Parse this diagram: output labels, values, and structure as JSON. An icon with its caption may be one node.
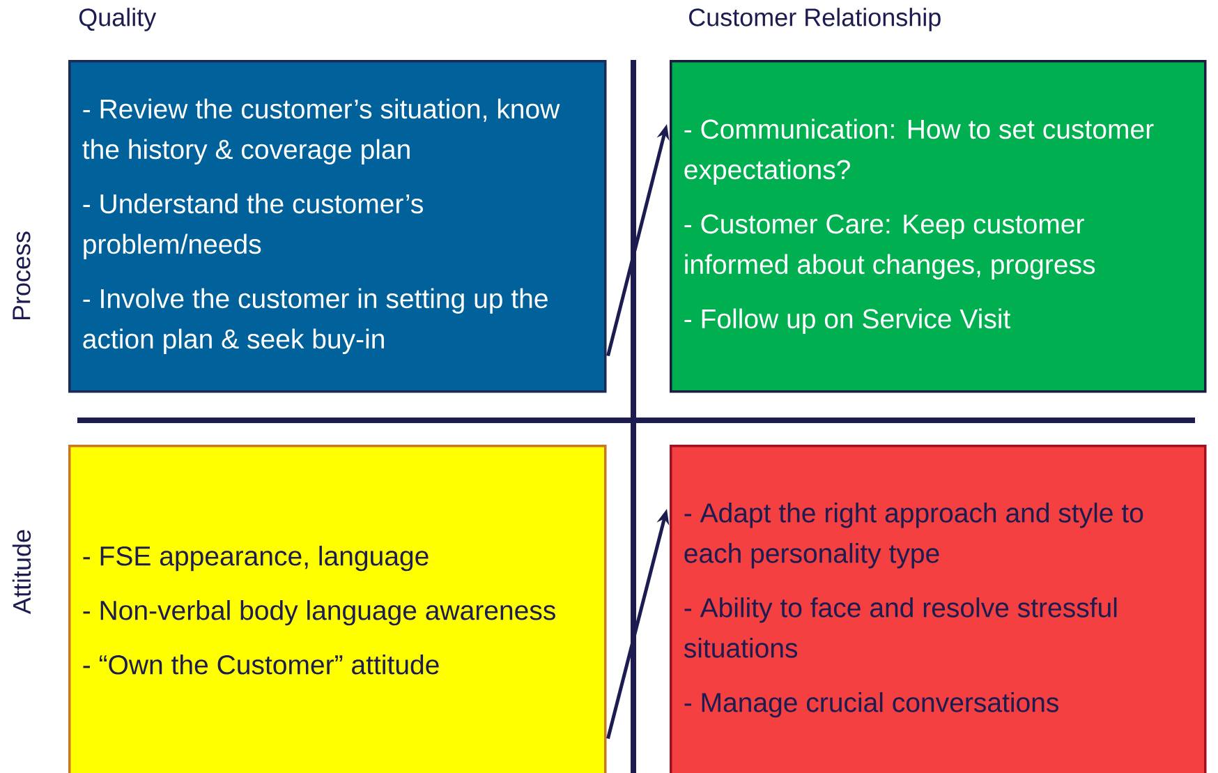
{
  "diagram": {
    "nodes": [
      {
        "text": [
          "- Review the customer’s situation, know the history & coverage plan",
          "- Understand the customer’s problem/needs",
          "- Involve the customer in setting up the action plan & seek buy-in"
        ]
      },
      {
        "text": [
          "- Communication: How to set customer expectations?",
          "- Customer Care: Keep customer informed about changes, progress",
          "- Follow up on Service Visit"
        ]
      },
      {
        "text": [
          "- FSE appearance, language",
          "- Non-verbal body language awareness",
          "- “Own the Customer” attitude"
        ]
      },
      {
        "text": [
          "- Adapt the right approach and style to each personality type",
          "- Ability to face and resolve stressful situations",
          "- Manage crucial conversations"
        ]
      }
    ],
    "edges": [
      {
        "from": 0,
        "to": 1,
        "arrow": "to"
      },
      {
        "from": 2,
        "to": 3,
        "arrow": "to"
      }
    ],
    "labels": [
      "Quality",
      "Customer Relationship",
      "Process",
      "Attitude"
    ]
  }
}
